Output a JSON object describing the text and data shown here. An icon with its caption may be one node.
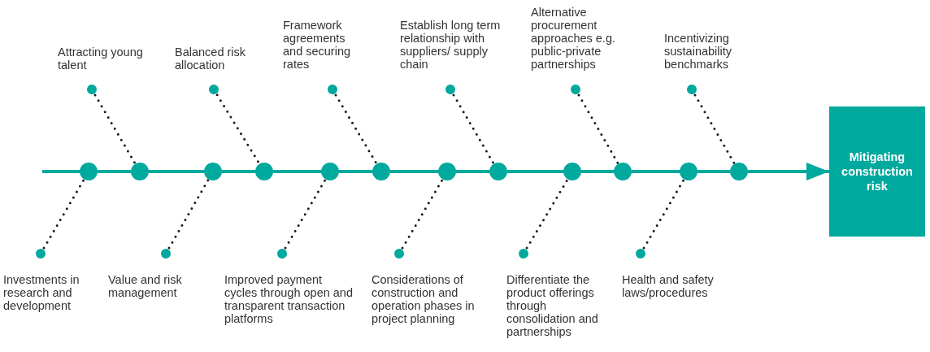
{
  "diagram": {
    "nodes": [
      {
        "text": [
          "Attracting young talent"
        ]
      },
      {
        "text": [
          "Balanced risk allocation"
        ]
      },
      {
        "text": [
          "Framework agreements and securing rates"
        ]
      },
      {
        "text": [
          "Establish long term relationship with suppliers/ supply chain"
        ]
      },
      {
        "text": [
          "Alternative procurement approaches e.g. public-private partnerships"
        ]
      },
      {
        "text": [
          "Incentivizing sustainability benchmarks"
        ]
      },
      {
        "text": [
          "Investments in research and development"
        ]
      },
      {
        "text": [
          "Value and risk management"
        ]
      },
      {
        "text": [
          "Improved payment cycles through open and transparent transaction platforms"
        ]
      },
      {
        "text": [
          "Considerations of construction and operation phases in project planning"
        ]
      },
      {
        "text": [
          "Differentiate the product offerings through consolidation and partnerships"
        ]
      },
      {
        "text": [
          "Health and safety laws/procedures"
        ]
      },
      {
        "text": [],
        "shape": "circle"
      },
      {
        "text": [],
        "shape": "circle"
      },
      {
        "text": [],
        "shape": "circle"
      },
      {
        "text": [],
        "shape": "circle"
      },
      {
        "text": [],
        "shape": "circle"
      },
      {
        "text": [],
        "shape": "circle"
      },
      {
        "text": [],
        "shape": "circle"
      },
      {
        "text": [],
        "shape": "circle"
      },
      {
        "text": [],
        "shape": "circle"
      },
      {
        "text": [],
        "shape": "circle"
      },
      {
        "text": [],
        "shape": "circle"
      },
      {
        "text": [],
        "shape": "circle"
      },
      {
        "text": [
          "Mitigating construction risk"
        ]
      }
    ],
    "edges": [
      {
        "from": null,
        "to": 12,
        "arrow": "none"
      },
      {
        "from": 12,
        "to": 13,
        "arrow": "none"
      },
      {
        "from": 13,
        "to": 14,
        "arrow": "none"
      },
      {
        "from": 14,
        "to": 15,
        "arrow": "none"
      },
      {
        "from": 15,
        "to": 16,
        "arrow": "none"
      },
      {
        "from": 16,
        "to": 17,
        "arrow": "none"
      },
      {
        "from": 17,
        "to": 18,
        "arrow": "none"
      },
      {
        "from": 18,
        "to": 19,
        "arrow": "none"
      },
      {
        "from": 19,
        "to": 20,
        "arrow": "none"
      },
      {
        "from": 20,
        "to": 21,
        "arrow": "none"
      },
      {
        "from": 21,
        "to": 22,
        "arrow": "none"
      },
      {
        "from": 22,
        "to": 23,
        "arrow": "none"
      },
      {
        "from": 23,
        "to": 24,
        "arrow": "to"
      },
      {
        "from": 0,
        "to": 13,
        "arrow": "other",
        "style": "dashed",
        "color": "#1a1a1a"
      },
      {
        "from": 1,
        "to": 15,
        "arrow": "other",
        "style": "dashed",
        "color": "#1a1a1a"
      },
      {
        "from": 2,
        "to": 17,
        "arrow": "other",
        "style": "dashed",
        "color": "#1a1a1a"
      },
      {
        "from": 3,
        "to": 19,
        "arrow": "other",
        "style": "dashed",
        "color": "#1a1a1a"
      },
      {
        "from": 4,
        "to": 21,
        "arrow": "other",
        "style": "dashed",
        "color": "#1a1a1a"
      },
      {
        "from": 5,
        "to": 23,
        "arrow": "other",
        "style": "dashed",
        "color": "#1a1a1a"
      },
      {
        "from": 6,
        "to": 12,
        "arrow": "other",
        "style": "dashed",
        "color": "#1a1a1a"
      },
      {
        "from": 7,
        "to": 14,
        "arrow": "other",
        "style": "dashed",
        "color": "#1a1a1a"
      },
      {
        "from": 8,
        "to": 16,
        "arrow": "other",
        "style": "dashed",
        "color": "#1a1a1a"
      },
      {
        "from": 9,
        "to": 18,
        "arrow": "other",
        "style": "dashed",
        "color": "#1a1a1a"
      },
      {
        "from": 10,
        "to": 20,
        "arrow": "other",
        "style": "dashed",
        "color": "#1a1a1a"
      },
      {
        "from": 11,
        "to": 22,
        "arrow": "other",
        "style": "dashed",
        "color": "#1a1a1a"
      }
    ]
  }
}
